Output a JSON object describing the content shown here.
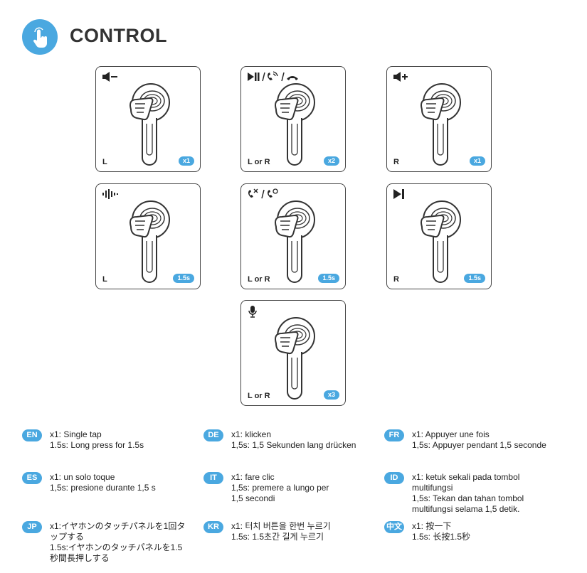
{
  "header": {
    "title": "CONTROL",
    "icon": "touch-hand-icon",
    "accent": "#4aa8e0"
  },
  "panels": [
    {
      "icon": "volume-down-icon",
      "side": "L",
      "action": "x1"
    },
    {
      "icon": "play-pause-answer-hangup-icon",
      "side": "L or R",
      "action": "x2"
    },
    {
      "icon": "volume-up-icon",
      "side": "R",
      "action": "x1"
    },
    {
      "icon": "noise-mode-icon",
      "side": "L",
      "action": "1.5s"
    },
    {
      "icon": "reject-call-switch-icon",
      "side": "L or R",
      "action": "1.5s"
    },
    {
      "icon": "next-track-icon",
      "side": "R",
      "action": "1.5s"
    },
    {
      "icon": "microphone-icon",
      "side": "L or R",
      "action": "x3"
    }
  ],
  "languages": [
    {
      "code": "EN",
      "text": "x1: Single tap\n1.5s: Long press for 1.5s"
    },
    {
      "code": "DE",
      "text": "x1: klicken\n1,5s: 1,5 Sekunden lang drücken"
    },
    {
      "code": "FR",
      "text": "x1: Appuyer une fois\n1,5s: Appuyer pendant 1,5 seconde"
    },
    {
      "code": "ES",
      "text": "x1: un solo toque\n1,5s: presione durante 1,5 s"
    },
    {
      "code": "IT",
      "text": "x1: fare clic\n1,5s: premere a lungo per\n1,5 secondi"
    },
    {
      "code": "ID",
      "text": "x1: ketuk sekali pada tombol\nmultifungsi\n1,5s: Tekan dan tahan tombol\nmultifungsi selama 1,5 detik."
    },
    {
      "code": "JP",
      "text": "x1:イヤホンのタッチパネルを1回タ\nップする\n1.5s:イヤホンのタッチパネルを1.5\n秒間長押しする"
    },
    {
      "code": "KR",
      "text": "x1: 터치 버튼을 한번 누르기\n1.5s: 1.5초간 길게 누르기"
    },
    {
      "code": "中文",
      "text": "x1: 按一下\n1.5s: 长按1.5秒"
    }
  ]
}
